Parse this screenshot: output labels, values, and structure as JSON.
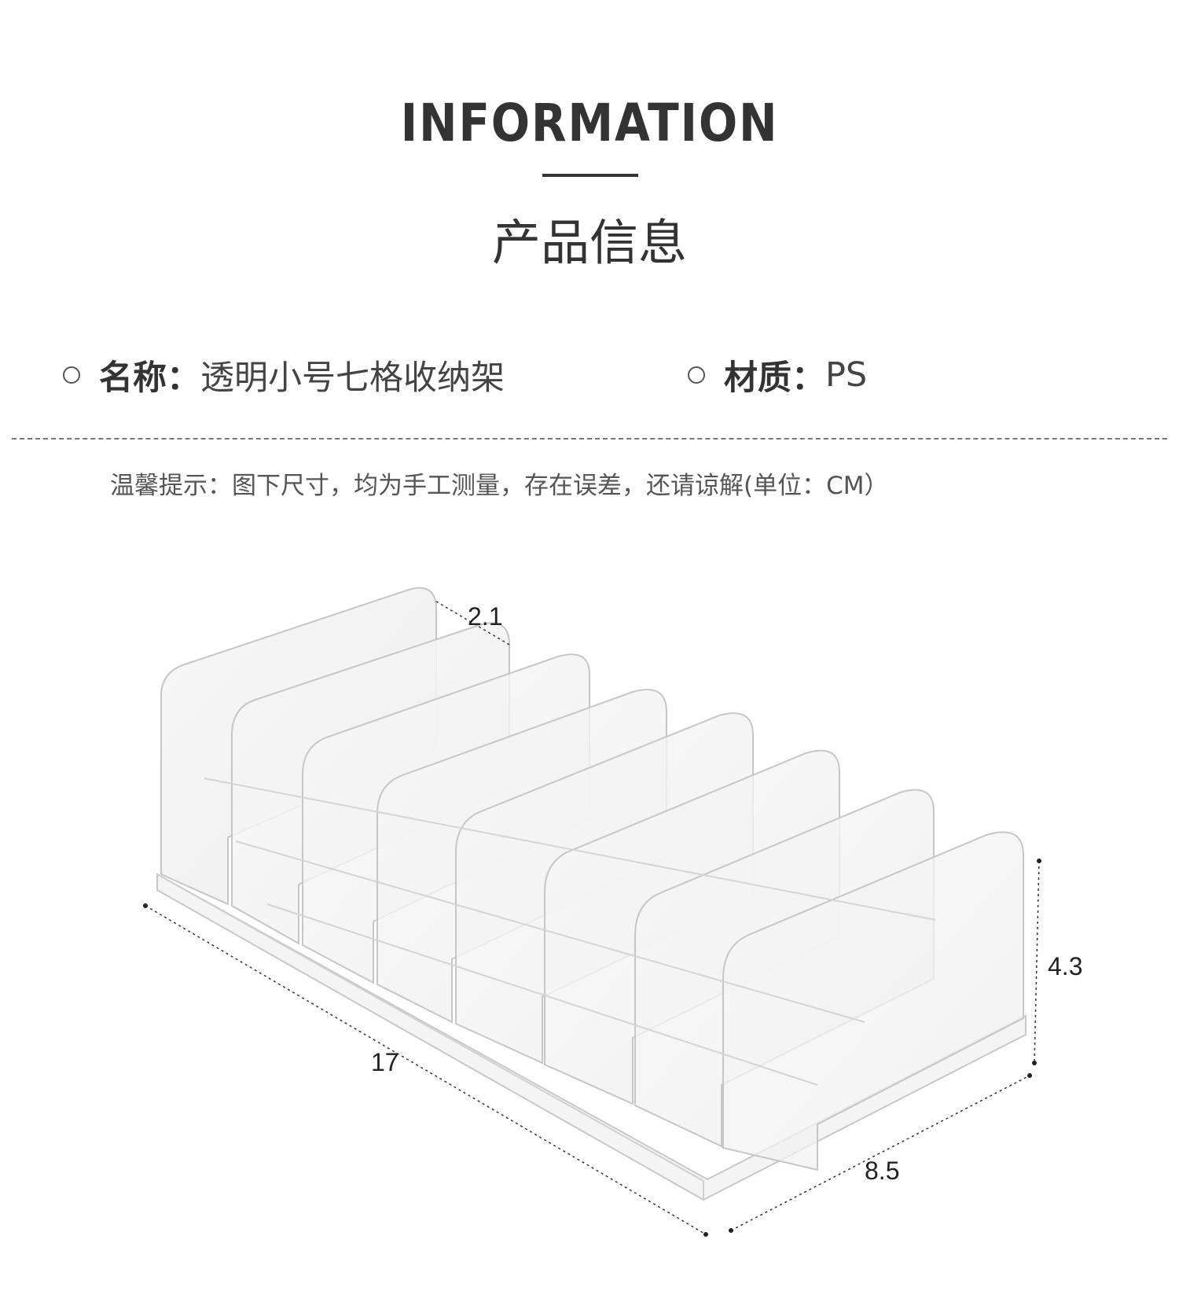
{
  "header": {
    "title_en": "INFORMATION",
    "title_cn": "产品信息"
  },
  "specs": [
    {
      "label": "名称：",
      "value": "透明小号七格收纳架"
    },
    {
      "label": "材质：",
      "value": "PS"
    }
  ],
  "note": "温馨提示：图下尺寸，均为手工测量，存在误差，还请谅解(单位：CM）",
  "dimensions": {
    "divider_spacing": "2.1",
    "height": "4.3",
    "length": "17",
    "width": "8.5"
  }
}
